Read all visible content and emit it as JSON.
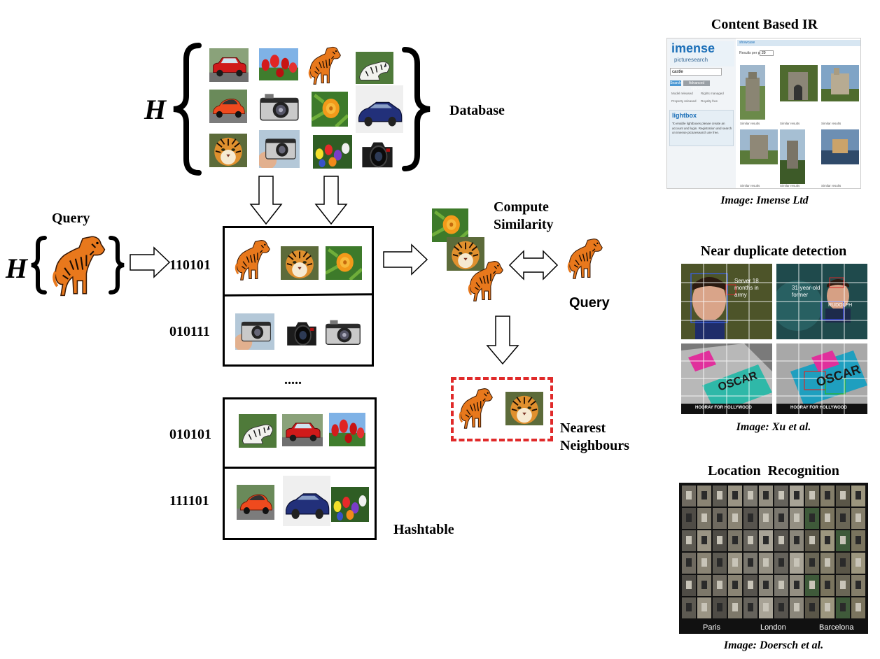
{
  "database": {
    "h_symbol": "H",
    "label": "Database"
  },
  "query_input": {
    "label": "Query",
    "h_symbol": "H"
  },
  "hashtable": {
    "label": "Hashtable",
    "codes": [
      "110101",
      "010111",
      "010101",
      "111101"
    ],
    "ellipsis": "....."
  },
  "similarity": {
    "label_line1": "Compute",
    "label_line2": "Similarity",
    "query_label": "Query"
  },
  "nearest": {
    "label_line1": "Nearest",
    "label_line2": "Neighbours"
  },
  "right_panel": {
    "cbir": {
      "title": "Content Based IR",
      "caption": "Image: Imense Ltd",
      "logo_main": "imense",
      "logo_sub": "picturesearch",
      "tab": "showcase",
      "results_per_page_label": "Results per page",
      "results_per_page_value": "20",
      "search_value": "castle",
      "search_button": "Search",
      "advanced_button": "Advanced options",
      "checkboxes": [
        "Model released",
        "Rights managed",
        "Property released",
        "Royalty free"
      ],
      "lightbox_title": "lightbox",
      "lightbox_text": "To enable lightboxes please create an account and login. Registration and search on imense picturesearch are free.",
      "similar_label": "Similar results"
    },
    "near_dup": {
      "title": "Near duplicate detection",
      "caption": "Image: Xu et al.",
      "text_a": "Server 18 months in army",
      "text_b": "31-year-old former",
      "name_b": "RUDOLPH",
      "banner_a": "HOORAY FOR HOLLYWOOD",
      "banner_b": "HOORAY FOR HOLLYWOOD",
      "sign_a": "OSCAR",
      "sign_b": "OSCAR"
    },
    "location": {
      "title": "Location  Recognition",
      "caption": "Image: Doersch et al.",
      "cities": [
        "Paris",
        "London",
        "Barcelona"
      ]
    }
  }
}
